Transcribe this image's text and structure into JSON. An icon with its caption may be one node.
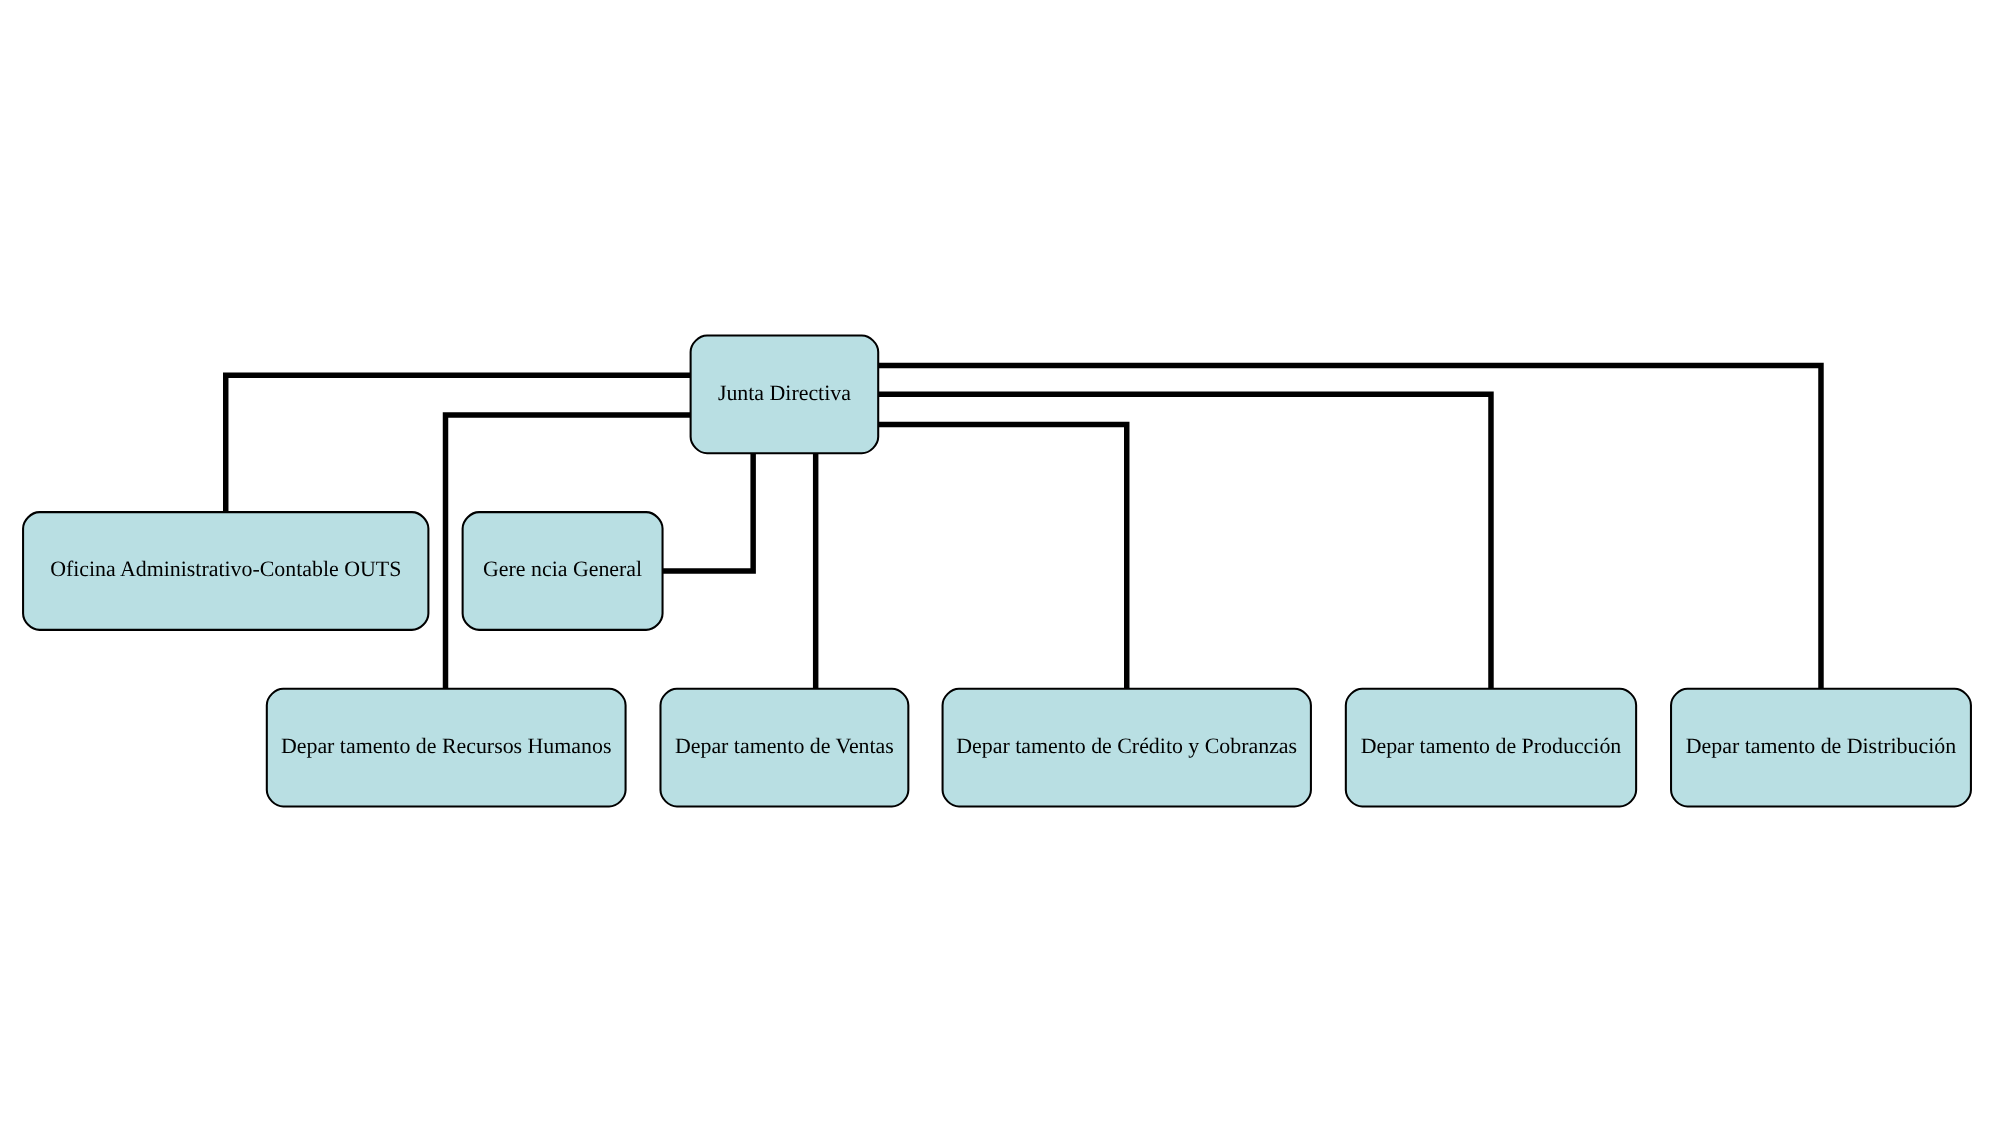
{
  "diagram": {
    "nodes": [
      {
        "text": [
          "Junta Directiva"
        ]
      },
      {
        "text": [
          "Oficina Administrativo-Contable OUTS"
        ]
      },
      {
        "text": [
          "Gere ncia General"
        ]
      },
      {
        "text": [
          "Depar tamento de Recursos Humanos"
        ]
      },
      {
        "text": [
          "Depar tamento de Ventas"
        ]
      },
      {
        "text": [
          "Depar tamento de Crédito y Cobranzas"
        ]
      },
      {
        "text": [
          "Depar tamento de Producción"
        ]
      },
      {
        "text": [
          "Depar tamento de Distribución"
        ]
      }
    ],
    "edges": [
      {
        "from": 0,
        "to": 1,
        "arrow": "none"
      },
      {
        "from": 0,
        "to": 2,
        "arrow": "none"
      },
      {
        "from": 0,
        "to": 3,
        "arrow": "none"
      },
      {
        "from": 0,
        "to": 4,
        "arrow": "none"
      },
      {
        "from": 0,
        "to": 5,
        "arrow": "none"
      },
      {
        "from": 0,
        "to": 6,
        "arrow": "none"
      },
      {
        "from": 0,
        "to": 7,
        "arrow": "none"
      }
    ]
  }
}
